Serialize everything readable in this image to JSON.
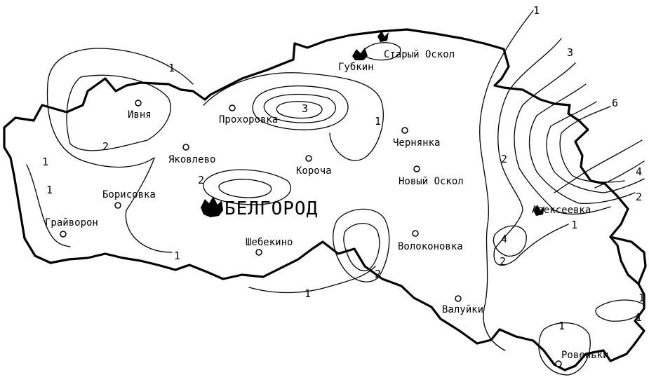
{
  "cities": {
    "belgorod": "БЕЛГОРОД",
    "gubkin": "Губкин",
    "stary_oskol": "Старый Оскол",
    "ivnya": "Ивня",
    "prokhorovka": "Прохоровка",
    "chernyanka": "Чернянка",
    "yakovlevo": "Яковлево",
    "korocha": "Короча",
    "novy_oskol": "Новый Оскол",
    "borisovka": "Борисовка",
    "grayvoron": "Грайворон",
    "alekseevka": "Алексеевка",
    "shebekino": "Шебекино",
    "volokonovka": "Волоконовка",
    "valuyki": "Валуйки",
    "rovenki": "Ровеньки"
  },
  "isoline_labels": {
    "ne_1": "1",
    "ne_3": "3",
    "ne_6": "6",
    "ne_4": "4",
    "ne_2": "2",
    "e_1": "1",
    "alek_2": "2",
    "alek_4": "4",
    "alek_2b": "2",
    "w_1": "1",
    "w_1b": "1",
    "ivnya_2": "2",
    "ivnya_1": "1",
    "prokh_3": "3",
    "cher_1": "1",
    "bel_2": "2",
    "shebek_1": "1",
    "south_1": "1",
    "volok_2": "2",
    "sw_1": "1",
    "se_1": "1",
    "se_1b": "1"
  },
  "colors": {
    "ink": "#000000",
    "paper": "#ffffff"
  }
}
